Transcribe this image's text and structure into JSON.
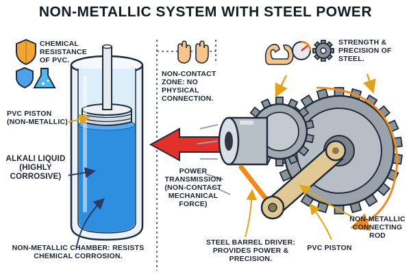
{
  "title": "NON-METALLIC SYSTEM WITH STEEL POWER",
  "labels": {
    "chemical_resistance": "CHEMICAL RESISTANCE OF PVC.",
    "pvc_piston_left": "PVC PISTON (NON-METALLIC)",
    "alkali_liquid": "ALKALI LIQUID (HIGHLY CORROSIVE)",
    "chamber": "NON-METALLIC CHAMBER: RESISTS CHEMICAL CORROSION.",
    "non_contact_zone": "NON-CONTACT ZONE: NO PHYSICAL CONNECTION.",
    "power_transmission": "POWER TRANSMISSION (NON-CONTACT MECHANICAL FORCE)",
    "strength_precision": "STRENGTH & PRECISION OF STEEL.",
    "steel_barrel": "STEEL BARREL DRIVER: PROVIDES POWER & PRECISION.",
    "pvc_piston_right": "PVC PISTON",
    "connecting_rod": "NON-METALLIC CONNECTING ROD"
  },
  "icons": [
    "shield-icon",
    "shield-small-icon",
    "flask-icon",
    "hand-stop-icon",
    "flexed-arm-icon",
    "gauge-icon",
    "gear-icon"
  ],
  "colors": {
    "liquid": "#2e8fe0",
    "arrow": "#e0322b",
    "orange": "#f08a1e",
    "steel": "#8a939c",
    "rod": "#e2c894",
    "outline": "#1e2a38"
  }
}
